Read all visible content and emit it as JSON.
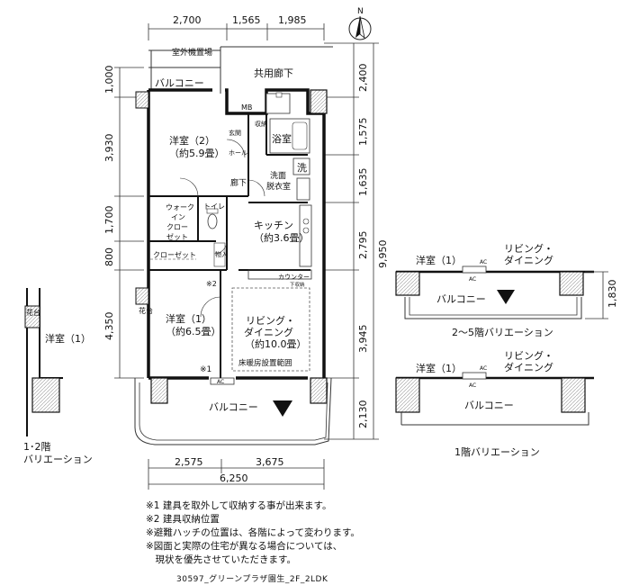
{
  "dimensions": {
    "top": [
      "2,700",
      "1,565",
      "1,985"
    ],
    "left": [
      "1,000",
      "3,930",
      "1,700",
      "800",
      "4,350"
    ],
    "right_inner": [
      "2,400",
      "1,575",
      "1,635",
      "2,795",
      "3,945",
      "2,130"
    ],
    "right_total": "9,950",
    "bottom": [
      "2,575",
      "3,675"
    ],
    "bottom_total": "6,250",
    "variation_height": "1,830"
  },
  "compass": "N",
  "labels": {
    "outdoor_unit": "室外機置場",
    "balcony": "バルコニー",
    "corridor": "共用廊下",
    "mb": "MB",
    "entrance": "玄関",
    "hall": "ホール",
    "bath": "浴室",
    "washer": "洗",
    "washroom_1": "洗面",
    "washroom_2": "脱衣室",
    "hallway": "廊下",
    "shoe_closet": "収納",
    "bedroom2": "洋室（2）",
    "bedroom2_size": "（約5.9畳）",
    "walkin_1": "ウォーク",
    "walkin_2": "イン",
    "walkin_3": "クロー",
    "walkin_4": "ゼット",
    "toilet": "トイレ",
    "kitchen": "キッチン",
    "kitchen_size": "（約3.6畳）",
    "closet": "クローゼット",
    "storage": "物入",
    "counter": "カウンター",
    "counter_sub": "下収納",
    "bedroom1": "洋室（1）",
    "bedroom1_size": "（約6.5畳）",
    "living_1": "リビング・",
    "living_2": "ダイニング",
    "living_size": "（約10.0畳）",
    "floor_heating": "床暖房設置範囲",
    "mark1": "※1",
    "mark2": "※2",
    "ac": "AC",
    "flower_bed": "花台",
    "left_bedroom": "洋室（1）",
    "left_caption_1": "1･2階",
    "left_caption_2": "バリエーション",
    "var25_bedroom": "洋室（1）",
    "var25_living_1": "リビング・",
    "var25_living_2": "ダイニング",
    "var25_balcony": "バルコニー",
    "var25_caption": "2～5階バリエーション",
    "var1_bedroom": "洋室（1）",
    "var1_living_1": "リビング・",
    "var1_living_2": "ダイニング",
    "var1_balcony": "バルコニー",
    "var1_caption": "1階バリエーション"
  },
  "notes": [
    "※1 建具を取外して収納する事が出来ます。",
    "※2 建具収納位置",
    "※避難ハッチの位置は、各階によって変わります。",
    "※図面と実際の住宅が異なる場合については、",
    "　現状を優先させていただきます。"
  ],
  "caption": "30597_グリーンプラザ園生_2F_2LDK"
}
